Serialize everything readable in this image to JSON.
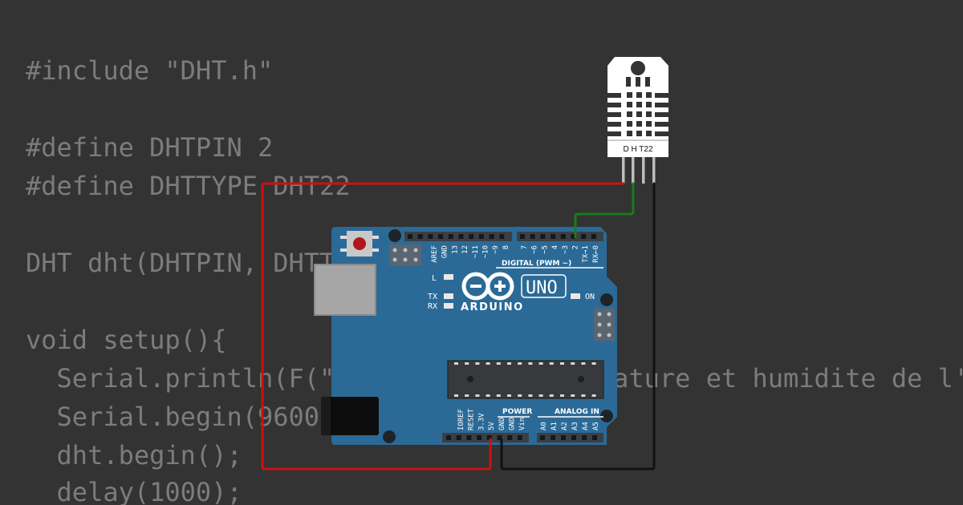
{
  "code_lines": [
    "#include \"DHT.h\"",
    "",
    "#define DHTPIN 2",
    "#define DHTTYPE DHT22",
    "",
    "DHT dht(DHTPIN, DHTTYPE);",
    "",
    "void setup(){",
    "  Serial.println(F(\"DHTxx test! Temperature et humidite de l'air exteme\"));",
    "  Serial.begin(9600);",
    "  dht.begin();",
    "  delay(1000);"
  ],
  "sensor": {
    "label": "D H T22"
  },
  "board": {
    "logo_text": "ARDUINO",
    "model": "UNO",
    "on_label": "ON",
    "led_l": "L",
    "led_tx": "TX",
    "led_rx": "RX",
    "digital_header": "DIGITAL (PWM ~)",
    "power_header": "POWER",
    "analog_header": "ANALOG IN",
    "top_pins_left": [
      "AREF",
      "GND",
      "13",
      "12",
      "~11",
      "~10",
      "~9",
      "8"
    ],
    "top_pins_right": [
      "7",
      "~6",
      "~5",
      "4",
      "~3",
      "2",
      "TX→1",
      "RX←0"
    ],
    "power_pins": [
      "IOREF",
      "RESET",
      "3.3V",
      "5V",
      "GND",
      "GND",
      "Vin"
    ],
    "analog_pins": [
      "A0",
      "A1",
      "A2",
      "A3",
      "A4",
      "A5"
    ]
  },
  "wire_colors": {
    "power": "#cc1111",
    "data": "#1b7a1b",
    "ground": "#111111"
  },
  "board_color": "#2b6a97"
}
